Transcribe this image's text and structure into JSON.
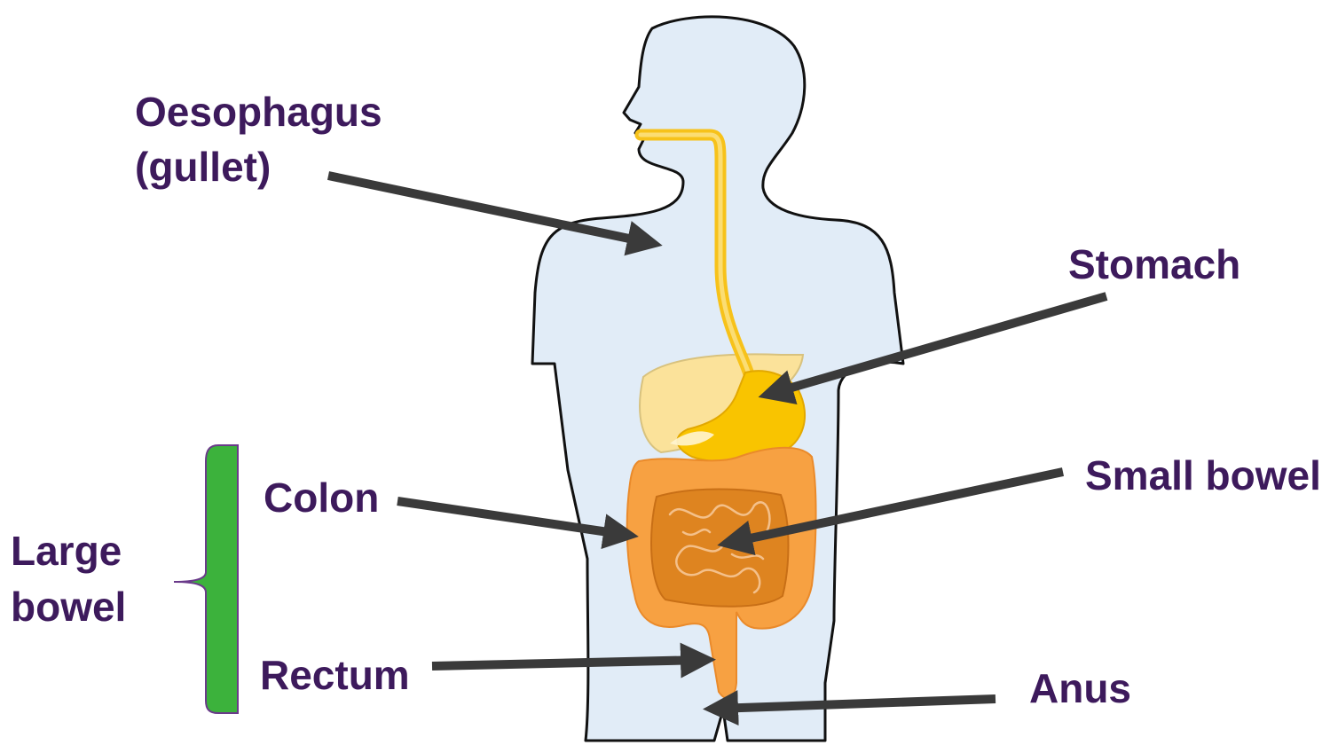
{
  "labels": {
    "oesophagus_line1": "Oesophagus",
    "oesophagus_line2": "(gullet)",
    "stomach": "Stomach",
    "small_bowel": "Small bowel",
    "colon": "Colon",
    "rectum": "Rectum",
    "anus": "Anus",
    "large_bowel_line1": "Large",
    "large_bowel_line2": "bowel"
  },
  "colors": {
    "label_text": "#3d1a5c",
    "arrow": "#3a3a3a",
    "body_fill": "#e1ecf7",
    "body_outline": "#111111",
    "liver": "#fbe29a",
    "stomach": "#f9c400",
    "oesophagus": "#f7c21a",
    "colon": "#f7a142",
    "small_bowel": "#de8420",
    "bracket": "#3cb23c"
  }
}
